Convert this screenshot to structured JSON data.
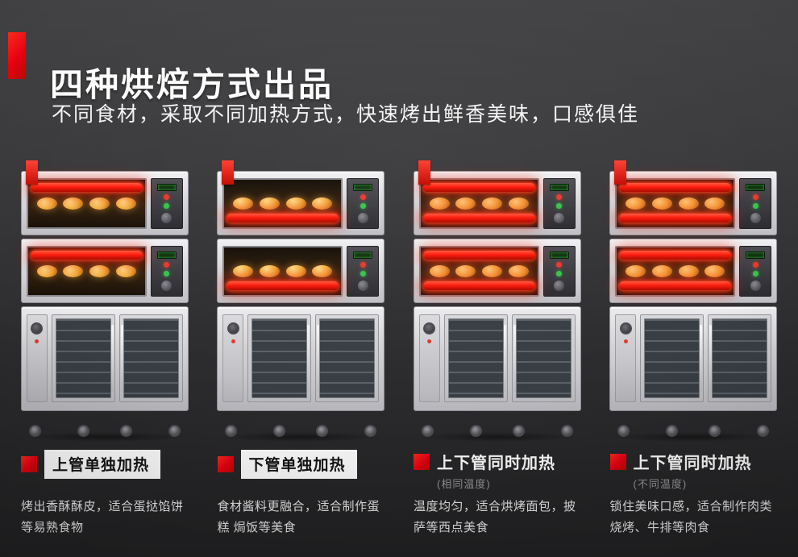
{
  "header": {
    "title": "四种烘焙方式出品",
    "subtitle": "不同食材，采取不同加热方式，快速烤出鲜香美味，口感俱佳"
  },
  "modes": [
    {
      "title": "上管单独加热",
      "subtitle": "",
      "desc": "烤出香酥酥皮，适合蛋挞馅饼等易熟食物",
      "heat": "top",
      "label_style": "strip"
    },
    {
      "title": "下管单独加热",
      "subtitle": "",
      "desc": "食材酱料更融合，适合制作蛋糕 焗饭等美食",
      "heat": "bottom",
      "label_style": "strip"
    },
    {
      "title": "上下管同时加热",
      "subtitle": "(相同温度)",
      "desc": "温度均匀，适合烘烤面包，披萨等西点美食",
      "heat": "both",
      "label_style": "plain"
    },
    {
      "title": "上下管同时加热",
      "subtitle": "(不同温度)",
      "desc": "锁住美味口感，适合制作肉类烧烤、牛排等肉食",
      "heat": "both",
      "label_style": "plain"
    }
  ],
  "icons": {
    "bullet": "red-square",
    "heat_indicator": "glowing-heat-bar"
  },
  "colors": {
    "accent_red": "#e60012",
    "heat_bar": "#ff1e0f",
    "background_top": "#434345",
    "background_bottom": "#232325"
  }
}
